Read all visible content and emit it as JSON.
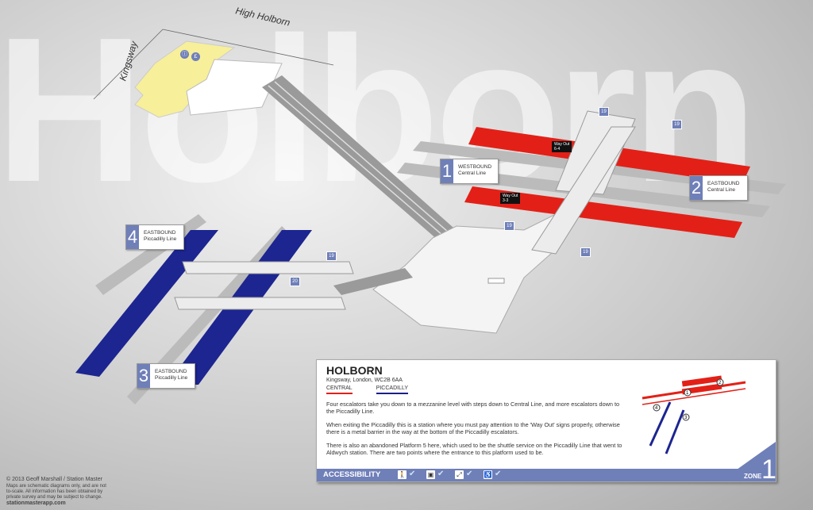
{
  "background_title": "Holborn",
  "streets": {
    "high_holborn": "High Holborn",
    "kingsway": "Kingsway"
  },
  "platforms": [
    {
      "number": "1",
      "direction": "WESTBOUND",
      "line": "Central Line"
    },
    {
      "number": "2",
      "direction": "EASTBOUND",
      "line": "Central Line"
    },
    {
      "number": "3",
      "direction": "EASTBOUND",
      "line": "Piccadilly Line"
    },
    {
      "number": "4",
      "direction": "EASTBOUND",
      "line": "Piccadilly Line"
    }
  ],
  "car_badges": [
    "19",
    "19",
    "19",
    "19",
    "19",
    "20"
  ],
  "way_out": {
    "label": "Way Out",
    "cars": [
      "6-4",
      "3-3"
    ]
  },
  "info": {
    "title": "HOLBORN",
    "address": "Kingsway, London, WC2B 6AA",
    "lines": [
      {
        "name": "CENTRAL",
        "color": "#e32017"
      },
      {
        "name": "PICCADILLY",
        "color": "#1c1f8a"
      }
    ],
    "paragraphs": [
      "Four escalators take you down to a mezzanine level with steps down to Central Line, and more escalators down to the Piccadilly Line.",
      "When exiting the Piccadilly this is a station where you must pay attention to the 'Way Out' signs properly, otherwise there is a metal barrier in the way at the bottom of the Piccadilly escalators.",
      "There is also an abandoned Platform 5 here, which used to be the shuttle service on the Piccadilly Line that went to Aldwych station. There are two points where the entrance to this platform used to be."
    ],
    "accessibility_label": "ACCESSIBILITY",
    "accessibility_icons": [
      "walking-icon",
      "luggage-icon",
      "escalator-icon",
      "wheelchair-icon"
    ],
    "zone_label": "ZONE",
    "zone_number": "1",
    "minimap_labels": [
      "1",
      "2",
      "3",
      "4"
    ]
  },
  "credits": {
    "copyright": "© 2013 Geoff Marshall / Station Master",
    "disclaimer": [
      "Maps are schematic diagrams only, and are not",
      "to-scale. All information has been obtained by",
      "private survey and may be subject to change."
    ],
    "website": "stationmasterapp.com"
  },
  "colors": {
    "central": "#e32017",
    "piccadilly": "#1c2590",
    "accent": "#6f7fb8",
    "ticket_hall": "#f7ef9a"
  }
}
